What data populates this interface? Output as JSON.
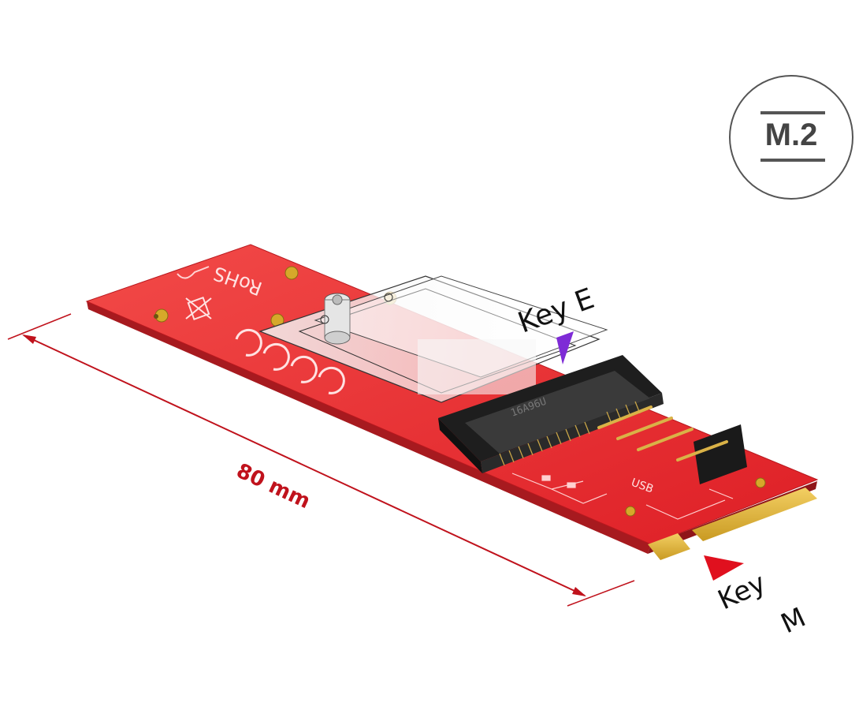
{
  "badge": {
    "text": "M.2"
  },
  "dimension": {
    "label": "80 mm"
  },
  "keys": {
    "top": "Key E",
    "bottom_line1": "Key",
    "bottom_line2": "M"
  },
  "board_markings": {
    "rohs": "RoHS",
    "serial": "16A96U",
    "usb": "USB"
  },
  "colors": {
    "pcb": "#e8242c",
    "dimension_line": "#c0121c",
    "key_e_marker": "#7e2bd6",
    "key_m_marker": "#e0101e"
  }
}
